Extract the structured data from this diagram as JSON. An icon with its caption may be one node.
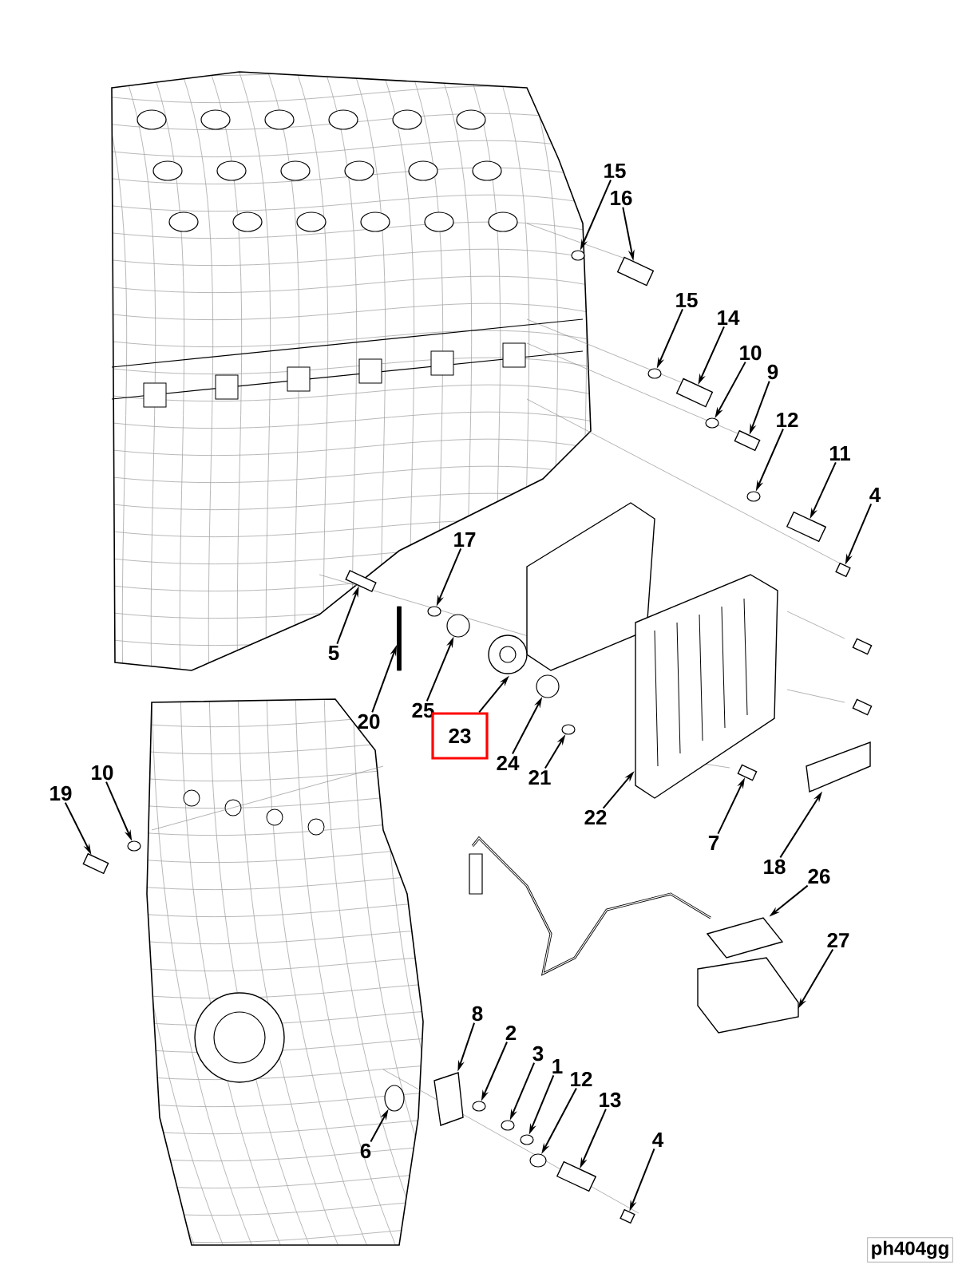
{
  "diagram": {
    "nodes": [
      {
        "text": [
          "15"
        ]
      },
      {
        "text": [
          "16"
        ]
      },
      {
        "text": [
          "15"
        ]
      },
      {
        "text": [
          "14"
        ]
      },
      {
        "text": [
          "10"
        ]
      },
      {
        "text": [
          "9"
        ]
      },
      {
        "text": [
          "12"
        ]
      },
      {
        "text": [
          "11"
        ]
      },
      {
        "text": [
          "4"
        ]
      },
      {
        "text": [
          "17"
        ]
      },
      {
        "text": [
          "5"
        ]
      },
      {
        "text": [
          "25"
        ]
      },
      {
        "text": [
          "20"
        ]
      },
      {
        "text": [
          "23"
        ]
      },
      {
        "text": [
          "24"
        ]
      },
      {
        "text": [
          "21"
        ]
      },
      {
        "text": [
          "22"
        ]
      },
      {
        "text": [
          "7"
        ]
      },
      {
        "text": [
          "18"
        ]
      },
      {
        "text": [
          "26"
        ]
      },
      {
        "text": [
          "10"
        ]
      },
      {
        "text": [
          "19"
        ]
      },
      {
        "text": [
          "27"
        ]
      },
      {
        "text": [
          "8"
        ]
      },
      {
        "text": [
          "2"
        ]
      },
      {
        "text": [
          "3"
        ]
      },
      {
        "text": [
          "1"
        ]
      },
      {
        "text": [
          "12"
        ]
      },
      {
        "text": [
          "13"
        ]
      },
      {
        "text": [
          "6"
        ]
      },
      {
        "text": [
          "4"
        ]
      },
      {
        "text": [
          "ph404gg"
        ]
      },
      {
        "text": [],
        "shape": "cylinder"
      },
      {
        "text": [],
        "shape": "cylinder"
      },
      {
        "text": [],
        "shape": "cylinder"
      },
      {
        "text": [],
        "shape": "bar"
      },
      {
        "text": [],
        "shape": "circle"
      },
      {
        "text": [],
        "shape": "circle"
      },
      {
        "text": [],
        "shape": "circle"
      },
      {
        "text": [],
        "shape": "circle"
      },
      {
        "text": [],
        "shape": "cylinder"
      },
      {
        "text": [],
        "shape": "cylinder"
      },
      {
        "text": [],
        "shape": "circle"
      },
      {
        "text": [],
        "shape": "cylinder"
      },
      {
        "text": [],
        "shape": "circle"
      },
      {
        "text": [],
        "shape": "box"
      },
      {
        "text": [],
        "shape": "circle"
      },
      {
        "text": [],
        "shape": "circle"
      },
      {
        "text": [],
        "shape": "box"
      },
      {
        "text": [],
        "shape": "cylinder"
      },
      {
        "text": [],
        "shape": "box"
      },
      {
        "text": [],
        "shape": "box"
      },
      {
        "text": [],
        "shape": "circle"
      },
      {
        "text": [],
        "shape": "cylinder"
      },
      {
        "text": [],
        "shape": "box"
      },
      {
        "text": [],
        "shape": "box"
      },
      {
        "text": [],
        "shape": "circle"
      },
      {
        "text": [],
        "shape": "circle"
      },
      {
        "text": [],
        "shape": "circle"
      },
      {
        "text": [],
        "shape": "circle"
      },
      {
        "text": [],
        "shape": "cylinder"
      },
      {
        "text": [],
        "shape": "circle"
      },
      {
        "text": [],
        "shape": "cylinder"
      },
      {
        "text": [],
        "shape": "cylinder"
      },
      {
        "text": [],
        "shape": "cylinder"
      }
    ],
    "edges": [
      {
        "from": 0,
        "to": 37,
        "arrow": "to"
      },
      {
        "from": 1,
        "to": 32,
        "arrow": "to"
      },
      {
        "from": 2,
        "to": 38,
        "arrow": "to"
      },
      {
        "from": 3,
        "to": 33,
        "arrow": "to"
      },
      {
        "from": 4,
        "to": 36,
        "arrow": "to"
      },
      {
        "from": 5,
        "to": 34,
        "arrow": "to"
      },
      {
        "from": 6,
        "to": 39,
        "arrow": "to"
      },
      {
        "from": 7,
        "to": 40,
        "arrow": "to"
      },
      {
        "from": 8,
        "to": 41,
        "arrow": "to"
      },
      {
        "from": 9,
        "to": 42,
        "arrow": "to"
      },
      {
        "from": 10,
        "to": 43,
        "arrow": "to"
      },
      {
        "from": 11,
        "to": 44,
        "arrow": "to"
      },
      {
        "from": 12,
        "to": 35,
        "arrow": "to"
      },
      {
        "from": 13,
        "to": 45,
        "arrow": "to"
      },
      {
        "from": 14,
        "to": 46,
        "arrow": "to"
      },
      {
        "from": 15,
        "to": 47,
        "arrow": "to"
      },
      {
        "from": 16,
        "to": 48,
        "arrow": "to"
      },
      {
        "from": 17,
        "to": 49,
        "arrow": "to"
      },
      {
        "from": 18,
        "to": 50,
        "arrow": "to"
      },
      {
        "from": 19,
        "to": 51,
        "arrow": "to"
      },
      {
        "from": 20,
        "to": 52,
        "arrow": "to"
      },
      {
        "from": 21,
        "to": 53,
        "arrow": "to"
      },
      {
        "from": 22,
        "to": 54,
        "arrow": "to"
      },
      {
        "from": 23,
        "to": 55,
        "arrow": "to"
      },
      {
        "from": 24,
        "to": 56,
        "arrow": "to"
      },
      {
        "from": 25,
        "to": 57,
        "arrow": "to"
      },
      {
        "from": 26,
        "to": 58,
        "arrow": "to"
      },
      {
        "from": 27,
        "to": 59,
        "arrow": "to"
      },
      {
        "from": 28,
        "to": 60,
        "arrow": "to"
      },
      {
        "from": 29,
        "to": 61,
        "arrow": "to"
      },
      {
        "from": 30,
        "to": 62,
        "arrow": "to"
      }
    ]
  }
}
